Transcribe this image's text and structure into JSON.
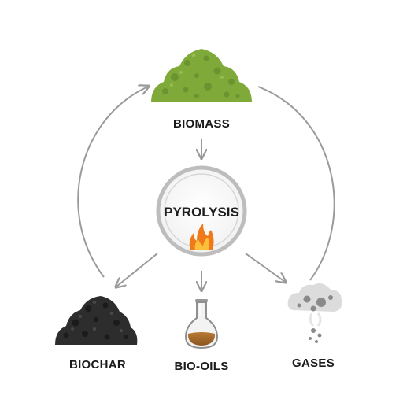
{
  "nodes": {
    "biomass": {
      "label": "BIOMASS"
    },
    "pyrolysis": {
      "label": "PYROLYSIS"
    },
    "biochar": {
      "label": "BIOCHAR"
    },
    "bio_oils": {
      "label": "BIO-OILS"
    },
    "gases": {
      "label": "GASES"
    }
  },
  "colors": {
    "biomass": "#7faa3a",
    "biochar": "#2d2d2d",
    "bio_oil": "#a86a2c",
    "gas_cloud": "#d8d8d8",
    "arrow": "#9a9a9a",
    "ring": "#bdbdbd",
    "flame": "#f07a1a"
  },
  "icons": {
    "biomass": "biomass-pile-icon",
    "pyrolysis": "flame-icon",
    "biochar": "biochar-pile-icon",
    "bio_oils": "flask-icon",
    "gases": "gas-cloud-icon"
  }
}
